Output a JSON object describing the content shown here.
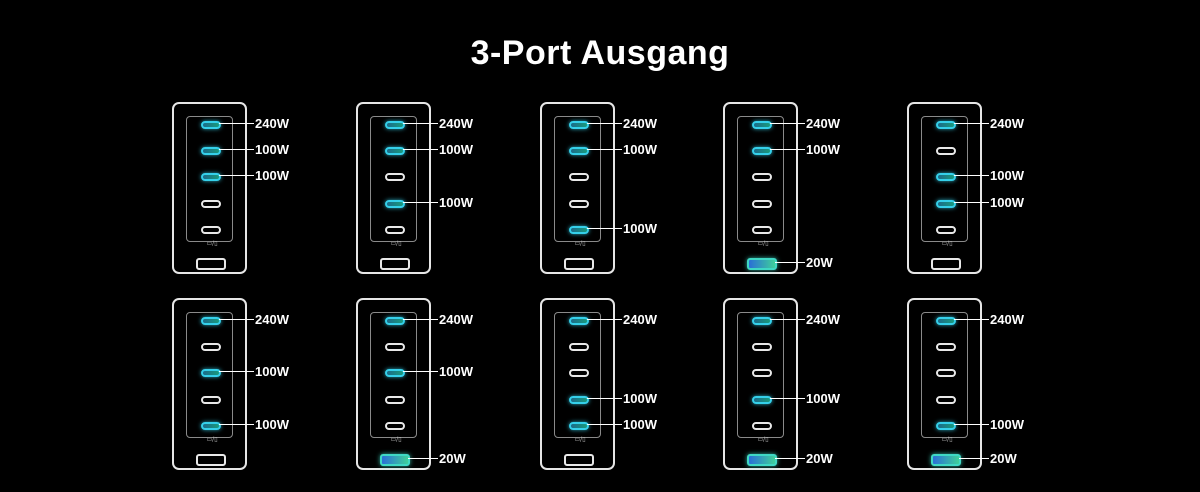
{
  "title": "3-Port Ausgang",
  "icons": {
    "mode": "mode-switch-icon"
  },
  "colors": {
    "background": "#000000",
    "active_port": "#35d0ea",
    "active_usba": "#3fd8c4"
  },
  "configs": [
    {
      "ports": [
        1,
        1,
        1,
        0,
        0
      ],
      "usba_active": false,
      "labels": {
        "0": "240W",
        "1": "100W",
        "2": "100W"
      }
    },
    {
      "ports": [
        1,
        1,
        0,
        1,
        0
      ],
      "usba_active": false,
      "labels": {
        "0": "240W",
        "1": "100W",
        "3": "100W"
      }
    },
    {
      "ports": [
        1,
        1,
        0,
        0,
        1
      ],
      "usba_active": false,
      "labels": {
        "0": "240W",
        "1": "100W",
        "4": "100W"
      }
    },
    {
      "ports": [
        1,
        1,
        0,
        0,
        0
      ],
      "usba_active": true,
      "labels": {
        "0": "240W",
        "1": "100W",
        "a": "20W"
      }
    },
    {
      "ports": [
        1,
        0,
        1,
        1,
        0
      ],
      "usba_active": false,
      "labels": {
        "0": "240W",
        "2": "100W",
        "3": "100W"
      }
    },
    {
      "ports": [
        1,
        0,
        1,
        0,
        1
      ],
      "usba_active": false,
      "labels": {
        "0": "240W",
        "2": "100W",
        "4": "100W"
      }
    },
    {
      "ports": [
        1,
        0,
        1,
        0,
        0
      ],
      "usba_active": true,
      "labels": {
        "0": "240W",
        "2": "100W",
        "a": "20W"
      }
    },
    {
      "ports": [
        1,
        0,
        0,
        1,
        1
      ],
      "usba_active": false,
      "labels": {
        "0": "240W",
        "3": "100W",
        "4": "100W"
      }
    },
    {
      "ports": [
        1,
        0,
        0,
        1,
        0
      ],
      "usba_active": true,
      "labels": {
        "0": "240W",
        "3": "100W",
        "a": "20W"
      }
    },
    {
      "ports": [
        1,
        0,
        0,
        0,
        1
      ],
      "usba_active": true,
      "labels": {
        "0": "240W",
        "4": "100W",
        "a": "20W"
      }
    }
  ]
}
